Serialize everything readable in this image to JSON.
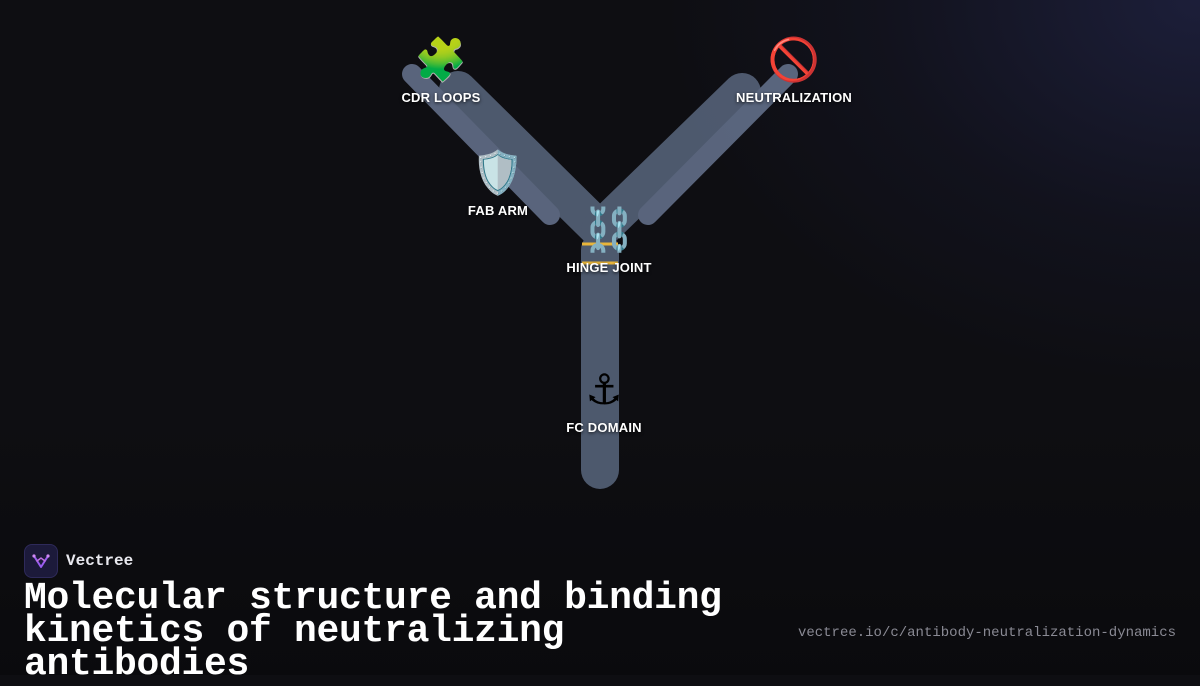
{
  "diagram": {
    "nodes": [
      {
        "id": "cdr",
        "icon": "puzzle-icon",
        "glyph": "🧩",
        "label": "CDR LOOPS"
      },
      {
        "id": "neutralization",
        "icon": "no-entry-icon",
        "glyph": "🚫",
        "label": "NEUTRALIZATION"
      },
      {
        "id": "fab",
        "icon": "shield-icon",
        "glyph": "🛡️",
        "label": "FAB ARM"
      },
      {
        "id": "hinge",
        "icon": "chains-icon",
        "glyph": "⛓️",
        "label": "HINGE JOINT"
      },
      {
        "id": "fc",
        "icon": "anchor-icon",
        "glyph": "⚓",
        "label": "FC DOMAIN"
      }
    ],
    "colors": {
      "antibody_fill": "#5c6a82",
      "hinge_accent": "#e8b53a",
      "background": "#0e0e12"
    }
  },
  "brand": {
    "name": "Vectree",
    "logo_icon": "vectree-logo-icon"
  },
  "title": "Molecular structure and binding kinetics of neutralizing antibodies",
  "url": "vectree.io/c/antibody-neutralization-dynamics"
}
